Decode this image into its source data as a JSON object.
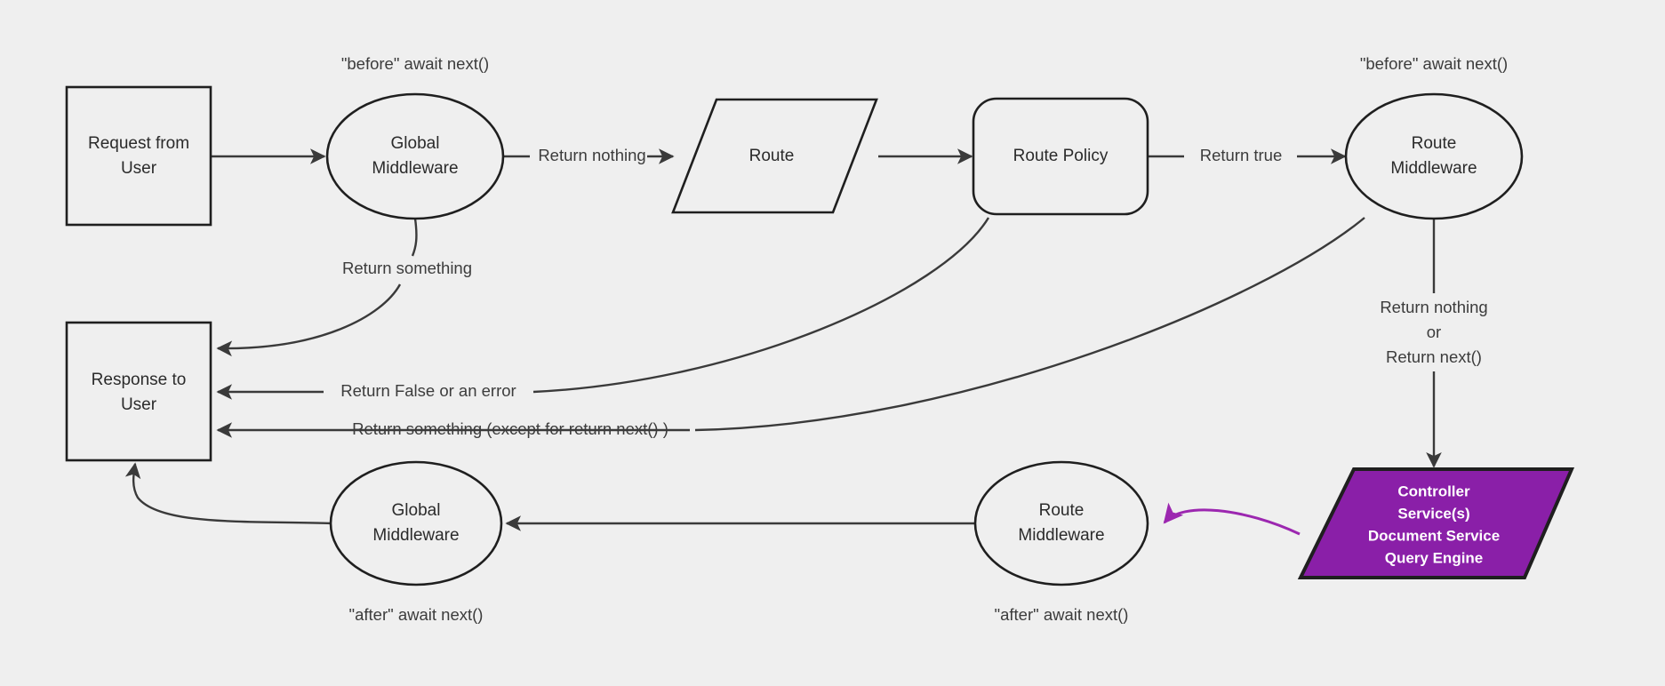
{
  "diagram": {
    "title": "Request/Response middleware pipeline flow",
    "background_color": "#efefef",
    "line_color": "#3a3a3a",
    "accent_color": "#8a1fa8",
    "accent_edge_color": "#9c27b0",
    "nodes": {
      "request_from_user": {
        "line1": "Request from",
        "line2": "User"
      },
      "global_middleware_before": {
        "line1": "Global",
        "line2": "Middleware"
      },
      "route": {
        "line1": "Route"
      },
      "route_policy": {
        "line1": "Route Policy"
      },
      "route_middleware_before": {
        "line1": "Route",
        "line2": "Middleware"
      },
      "controller_services": {
        "line1": "Controller",
        "line2": "Service(s)",
        "line3": "Document Service",
        "line4": "Query Engine"
      },
      "route_middleware_after": {
        "line1": "Route",
        "line2": "Middleware"
      },
      "global_middleware_after": {
        "line1": "Global",
        "line2": "Middleware"
      },
      "response_to_user": {
        "line1": "Response to",
        "line2": "User"
      }
    },
    "notes": {
      "before_global": "\"before\" await next()",
      "before_route": "\"before\" await next()",
      "after_global": "\"after\" await next()",
      "after_route": "\"after\" await next()"
    },
    "edge_labels": {
      "return_nothing": "Return nothing",
      "return_true": "Return true",
      "return_something": "Return something",
      "return_false_or_error": "Return False or an error",
      "return_something_except_next": "Return something (except for return next() )",
      "return_nothing_or_next_line1": "Return nothing",
      "return_nothing_or_next_line2": "or",
      "return_nothing_or_next_line3": "Return next()"
    }
  }
}
